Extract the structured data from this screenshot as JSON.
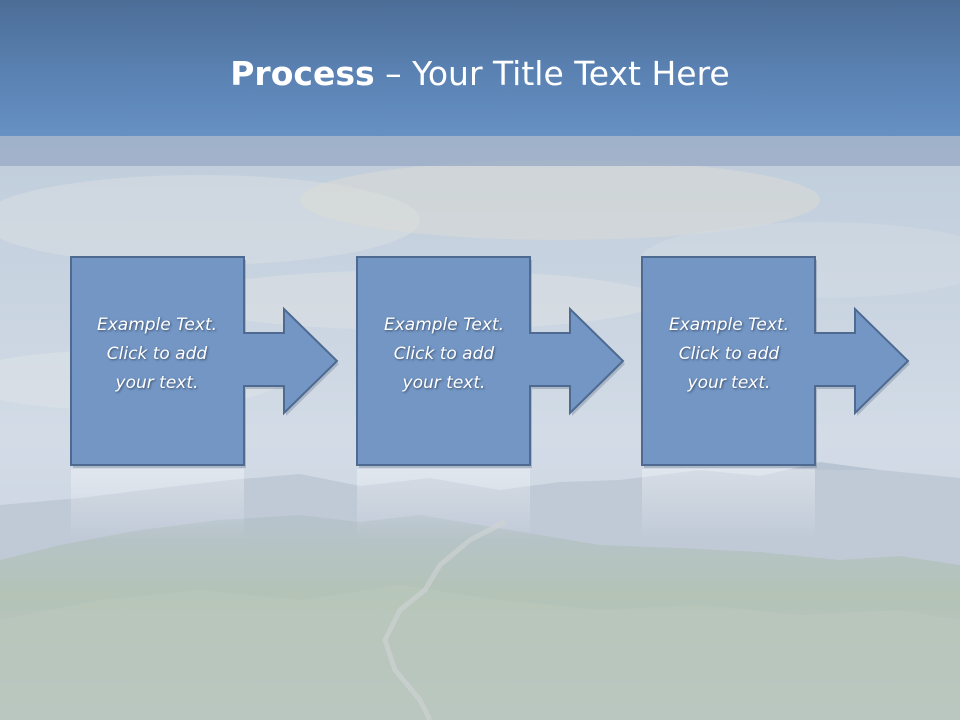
{
  "slide": {
    "title_bold": "Process",
    "title_rest": " – Your Title Text Here"
  },
  "process_steps": [
    {
      "line1": "Example Text.",
      "line2": "Click  to add",
      "line3": "your text."
    },
    {
      "line1": "Example Text.",
      "line2": "Click  to add",
      "line3": "your text."
    },
    {
      "line1": "Example Text.",
      "line2": "Click  to add",
      "line3": "your text."
    }
  ],
  "colors": {
    "header": "#5a82b3",
    "box_fill": "#7396c4",
    "box_stroke": "#4e6a91",
    "text": "#ffffff"
  },
  "background_image": "great-wall-mountain-landscape"
}
